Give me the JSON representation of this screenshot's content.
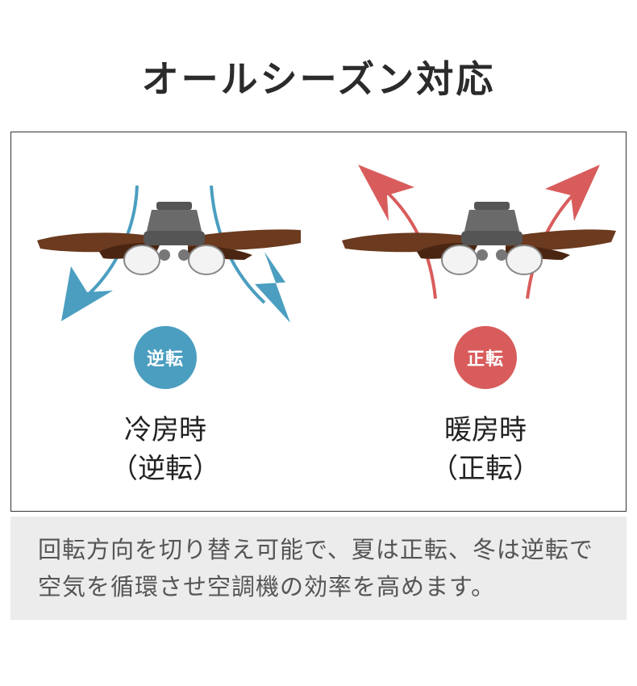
{
  "title": "オールシーズン対応",
  "left": {
    "badge": "逆転",
    "mode": "冷房時",
    "sub": "（逆転）",
    "color": "#4b9ec0"
  },
  "right": {
    "badge": "正転",
    "mode": "暖房時",
    "sub": "（正転）",
    "color": "#d95c5c"
  },
  "caption": "回転方向を切り替え可能で、夏は正転、冬は逆転で空気を循環させ空調機の効率を高めます。",
  "icons": [
    "ceiling-fan-icon",
    "arrow-down-icon",
    "arrow-up-icon"
  ]
}
